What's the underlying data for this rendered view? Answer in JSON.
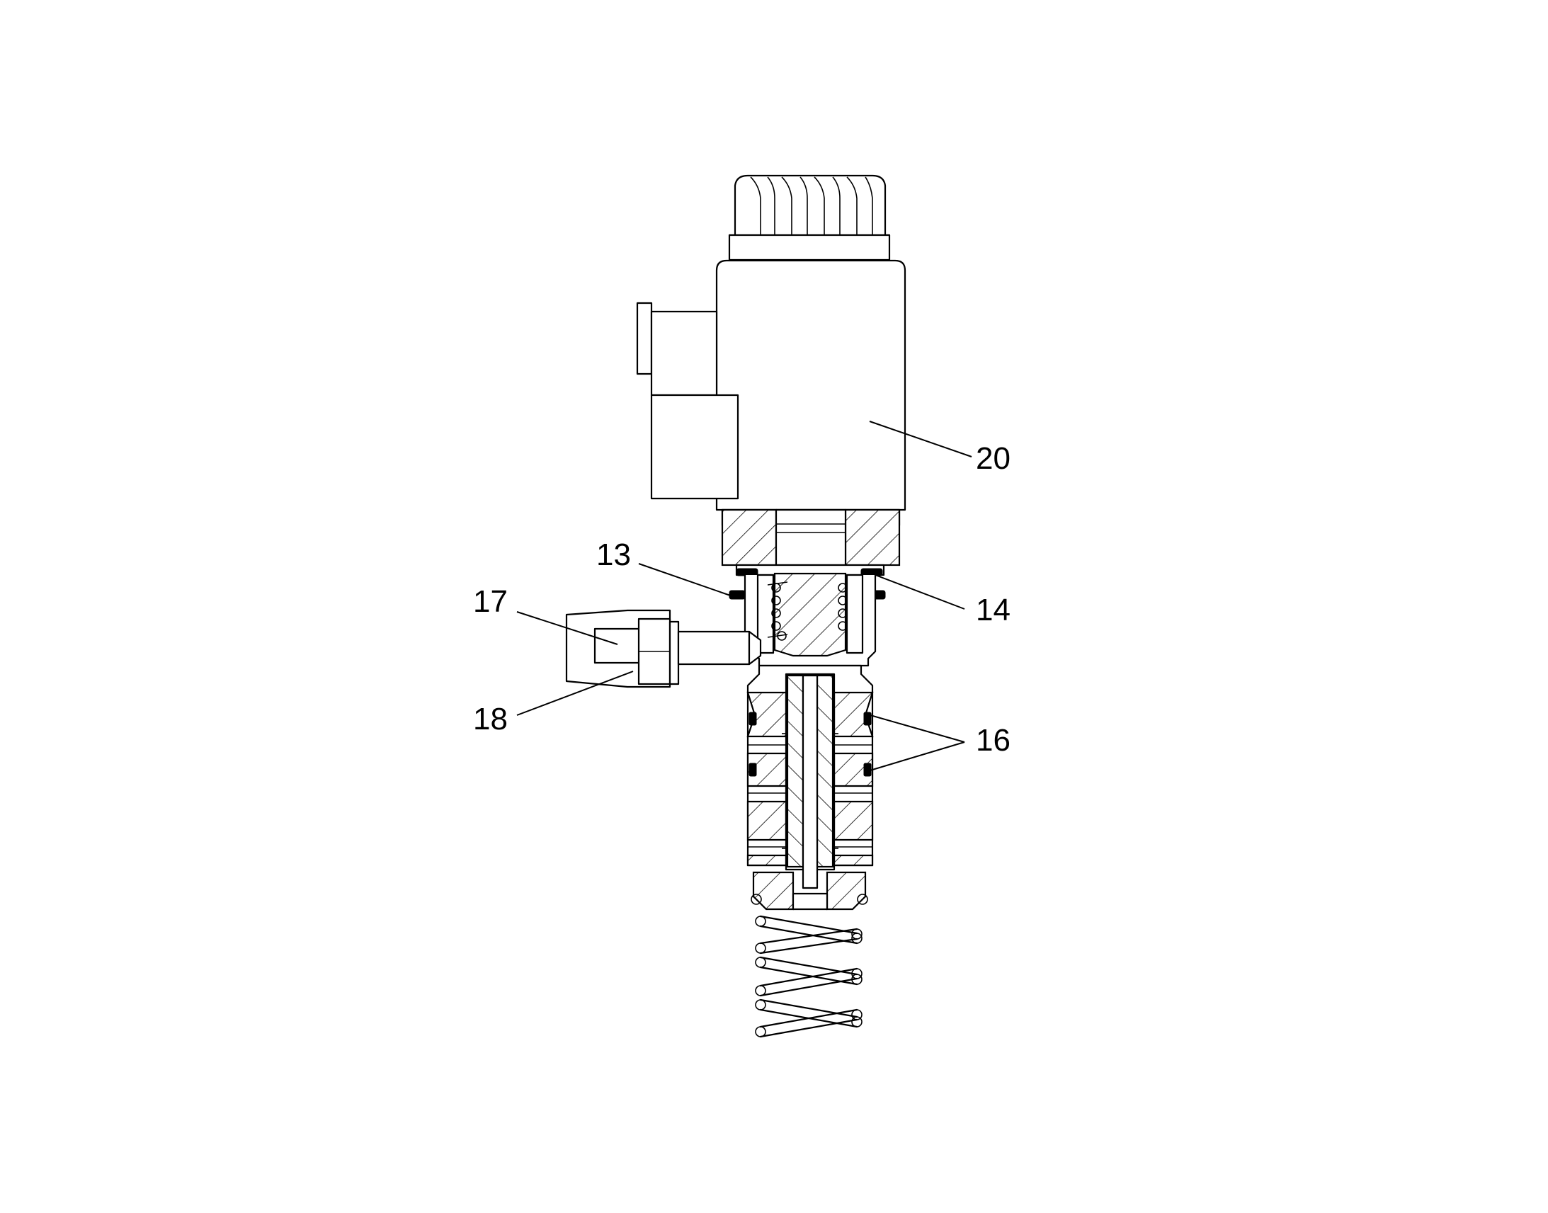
{
  "callouts": [
    {
      "id": "20",
      "text": "20"
    },
    {
      "id": "13",
      "text": "13"
    },
    {
      "id": "14",
      "text": "14"
    },
    {
      "id": "17",
      "text": "17"
    },
    {
      "id": "18",
      "text": "18"
    },
    {
      "id": "16",
      "text": "16"
    }
  ],
  "colors": {
    "line": "#000000",
    "background": "#ffffff"
  }
}
